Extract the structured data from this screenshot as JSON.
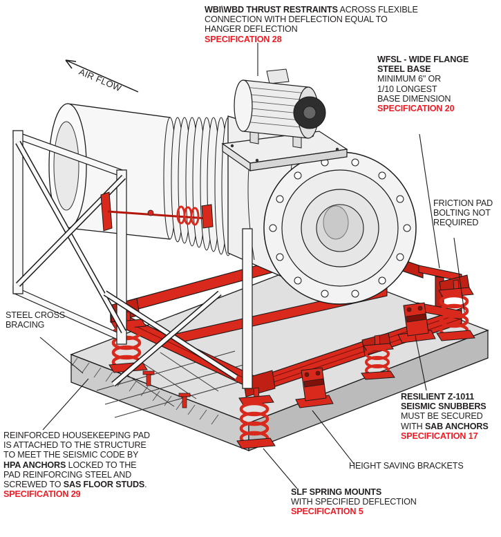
{
  "colors": {
    "accent_red": "#d8291c",
    "dark_red": "#a31609",
    "spec_red": "#ed1c24",
    "outline": "#1a1a1a",
    "pad_gray": "#dedede"
  },
  "labels": {
    "airflow": "AIR FLOW",
    "thrust": {
      "bold": "WBI\\WBD THRUST RESTRAINTS",
      "rest": " ACROSS FLEXIBLE",
      "l2": "CONNECTION WITH DEFLECTION EQUAL TO",
      "l3": "HANGER DEFLECTION",
      "spec": "SPECIFICATION 28"
    },
    "wfsl": {
      "t1": "WFSL - WIDE FLANGE",
      "t2": "STEEL BASE",
      "l1": "MINIMUM 6\" OR",
      "l2": "1/10 LONGEST",
      "l3": "BASE DIMENSION",
      "spec": "SPECIFICATION 20"
    },
    "friction": {
      "l1": "FRICTION PAD",
      "l2": "BOLTING NOT",
      "l3": "REQUIRED"
    },
    "bracing": {
      "l1": "STEEL CROSS",
      "l2": "BRACING"
    },
    "pad": {
      "l1": "REINFORCED HOUSEKEEPING PAD",
      "l2": "IS ATTACHED TO THE STRUCTURE",
      "l3": "TO MEET THE SEISMIC CODE BY",
      "l4b": "HPA ANCHORS",
      "l4r": " LOCKED TO THE",
      "l5": "PAD REINFORCING STEEL AND",
      "l6a": "SCREWED TO ",
      "l6b": "SAS FLOOR STUDS",
      "l6c": ".",
      "spec": "SPECIFICATION 29"
    },
    "snubbers": {
      "t1": "RESILIENT Z-1011",
      "t2": "SEISMIC SNUBBERS",
      "l1": "MUST BE SECURED",
      "l2a": "WITH ",
      "l2b": "SAB ANCHORS",
      "spec": "SPECIFICATION 17"
    },
    "brackets": "HEIGHT SAVING BRACKETS",
    "slf": {
      "t1": "SLF SPRING MOUNTS",
      "l1": "WITH SPECIFIED DEFLECTION",
      "spec": "SPECIFICATION 5"
    }
  }
}
